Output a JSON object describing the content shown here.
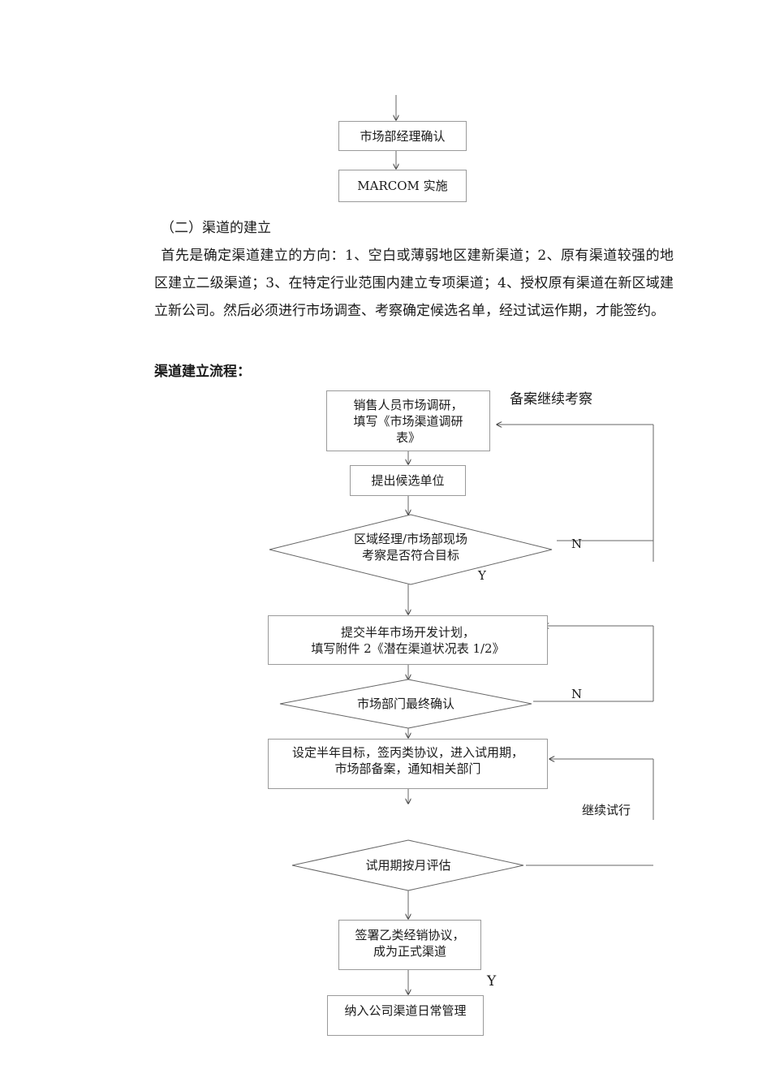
{
  "top_flow": {
    "confirm": "市场部经理确认",
    "implement": "MARCOM 实施"
  },
  "section": {
    "heading": "（二）渠道的建立",
    "paragraph": "首先是确定渠道建立的方向：1、空白或薄弱地区建新渠道；2、原有渠道较强的地区建立二级渠道；3、在特定行业范围内建立专项渠道；4、授权原有渠道在新区域建立新公司。然后必须进行市场调查、考察确定候选名单，经过试运作期，才能签约。",
    "flow_title": "渠道建立流程："
  },
  "flowchart": {
    "step1_line1": "销售人员市场调研，",
    "step1_line2": "填写《市场渠道调研",
    "step1_line3": "表》",
    "step2": "提出候选单位",
    "decision1_line1": "区域经理/市场部现场",
    "decision1_line2": "考察是否符合目标",
    "step3_line1": "提交半年市场开发计划，",
    "step3_line2": "填写附件 2《潜在渠道状况表 1/2》",
    "decision2": "市场部门最终确认",
    "step4_line1": "设定半年目标，签丙类协议，进入试用期，",
    "step4_line2": "市场部备案，通知相关部门",
    "decision3": "试用期按月评估",
    "step5_line1": "签署乙类经销协议，",
    "step5_line2": "成为正式渠道",
    "step6": "纳入公司渠道日常管理",
    "label_archive": "备案继续考察",
    "label_n1": "N",
    "label_y1": "Y",
    "label_n2": "N",
    "label_continue": "继续试行",
    "label_y2": "Y"
  }
}
